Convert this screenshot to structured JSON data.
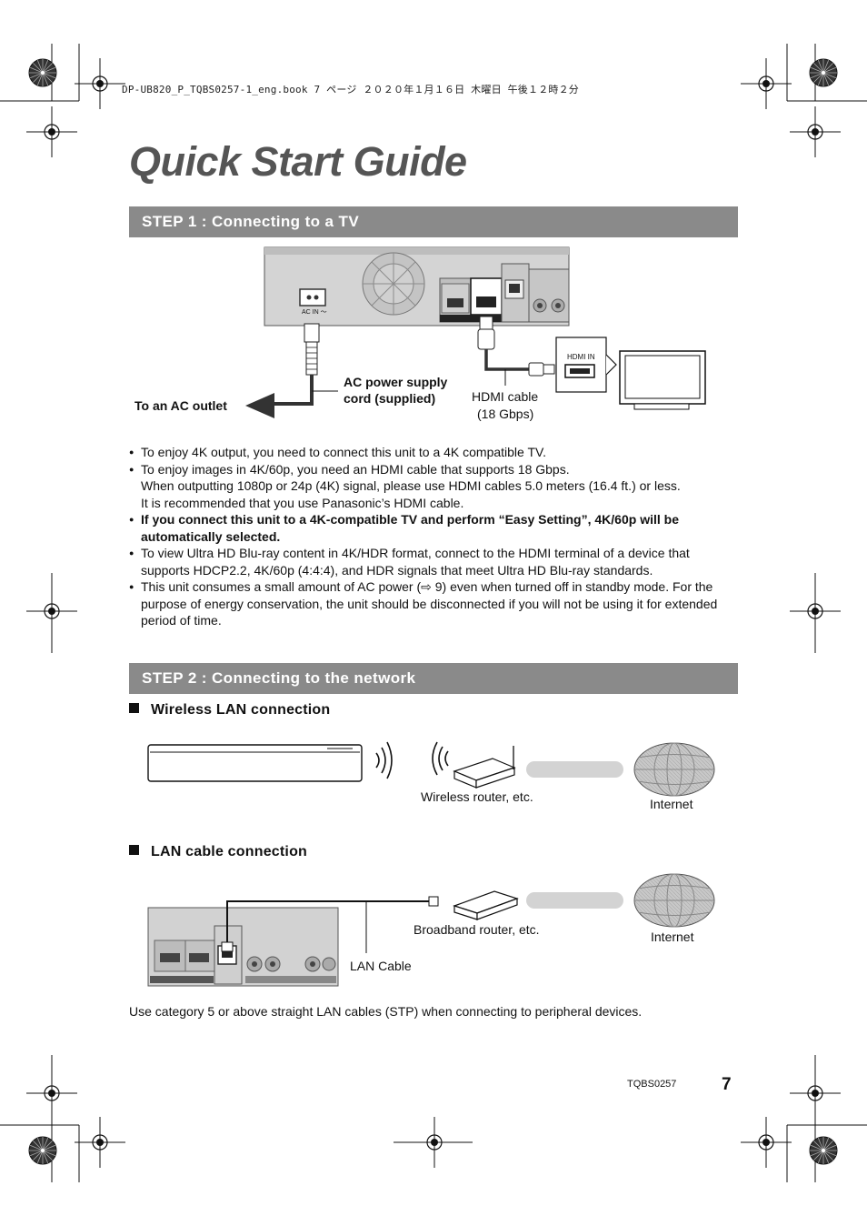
{
  "header": {
    "print_line": "DP-UB820_P_TQBS0257-1_eng.book  7 ページ  ２０２０年１月１６日  木曜日  午後１２時２分"
  },
  "page": {
    "title": "Quick Start Guide",
    "code": "TQBS0257",
    "number": "7"
  },
  "step1": {
    "heading": "STEP 1 : Connecting to a TV",
    "diagram": {
      "ac_in_label": "AC IN ～",
      "hdmi_in_label": "HDMI IN",
      "to_ac_outlet": "To an AC outlet",
      "ac_cord_line1": "AC power supply",
      "ac_cord_line2": "cord (supplied)",
      "hdmi_cable_line1": "HDMI cable",
      "hdmi_cable_line2": "(18 Gbps)"
    },
    "bullets": [
      {
        "text": "To enjoy 4K output, you need to connect this unit to a 4K compatible TV.",
        "bold": false
      },
      {
        "text": "To enjoy images in 4K/60p, you need an HDMI cable that supports 18 Gbps.",
        "extra": [
          "When outputting 1080p or 24p (4K) signal, please use HDMI cables 5.0 meters (16.4 ft.) or less.",
          "It is recommended that you use Panasonic’s HDMI cable."
        ],
        "bold": false
      },
      {
        "text": "If you connect this unit to a 4K-compatible TV and perform “Easy Setting”, 4K/60p will be automatically selected.",
        "bold": true
      },
      {
        "text": "To view Ultra HD Blu-ray content in 4K/HDR format, connect to the HDMI terminal of a device that supports HDCP2.2, 4K/60p (4:4:4), and HDR signals that meet Ultra HD Blu-ray standards.",
        "bold": false
      },
      {
        "text": "This unit consumes a small amount of AC power (⇨ 9) even when turned off in standby mode. For the purpose of energy conservation, the unit should be disconnected if you will not be using it for extended period of time.",
        "bold": false
      }
    ]
  },
  "step2": {
    "heading": "STEP 2 : Connecting to the network",
    "wireless": {
      "heading": "Wireless LAN connection",
      "router_label": "Wireless router, etc.",
      "internet_label": "Internet"
    },
    "lan": {
      "heading": "LAN cable connection",
      "router_label": "Broadband router, etc.",
      "internet_label": "Internet",
      "cable_label": "LAN Cable"
    },
    "note": "Use category 5 or above straight LAN cables (STP) when connecting to peripheral devices."
  }
}
